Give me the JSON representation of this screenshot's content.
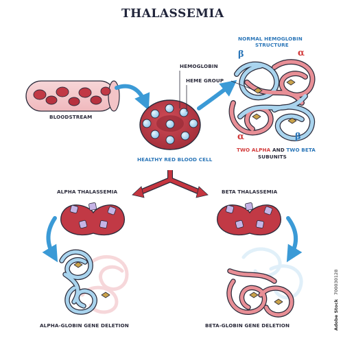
{
  "title": "THALASSEMIA",
  "labels": {
    "bloodstream": "BLOODSTREAM",
    "hemoglobin": "HEMOGLOBIN",
    "heme_group": "HEME GROUP",
    "healthy_cell": "HEALTHY RED BLOOD CELL",
    "normal_structure_line1": "NORMAL HEMOGLOBIN",
    "normal_structure_line2": "STRUCTURE",
    "subunits_two_alpha": "TWO ALPHA",
    "subunits_and": "AND",
    "subunits_two_beta": "TWO BETA",
    "subunits_line2": "SUBUNITS",
    "alpha_thalassemia": "ALPHA THALASSEMIA",
    "beta_thalassemia": "BETA THALASSEMIA",
    "alpha_deletion": "ALPHA-GLOBIN GENE DELETION",
    "beta_deletion": "BETA-GLOBIN GENE DELETION",
    "greek_alpha": "α",
    "greek_beta": "β"
  },
  "watermark": {
    "stock_id": "700030128",
    "brand": "Adobe Stock"
  },
  "colors": {
    "alpha_chain": "#e88f96",
    "beta_chain": "#a9d4ee",
    "cell": "#b83a46",
    "arrow": "#3b9ad6",
    "branch_arrow": "#c5353f",
    "heme": "#c9a24a",
    "alpha_text": "#d23a3a",
    "beta_text": "#2b76b8"
  }
}
